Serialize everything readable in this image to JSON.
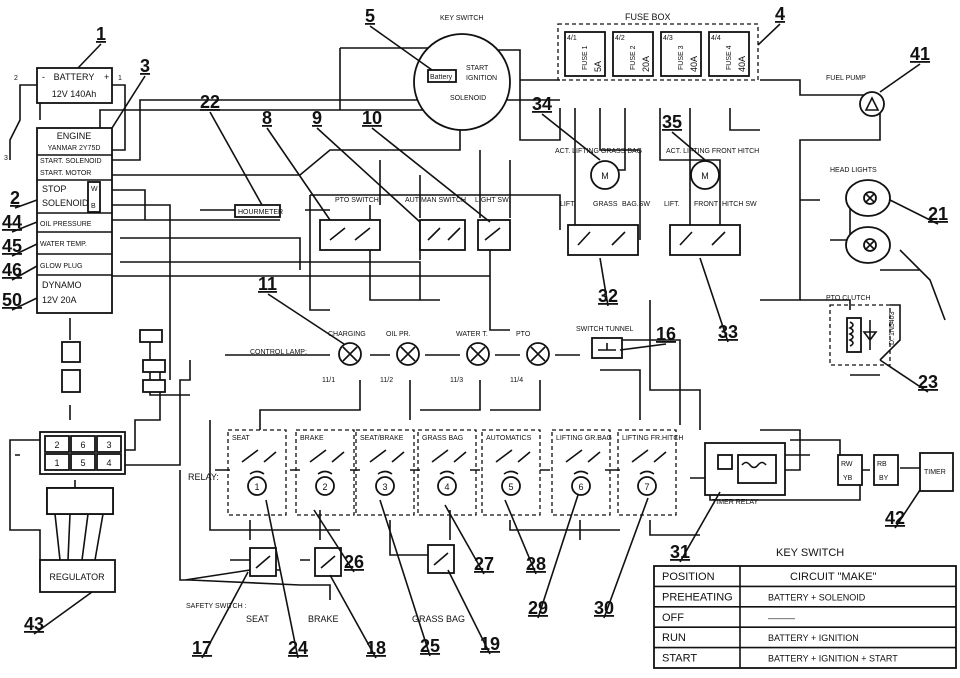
{
  "components": {
    "battery": {
      "title": "BATTERY",
      "rating": "12V 140Ah",
      "plus": "+",
      "minus": "-",
      "t1": "1",
      "t2": "2",
      "t3": "3"
    },
    "engine": {
      "title": "ENGINE",
      "model": "YANMAR 2Y75D",
      "start_solenoid": "START. SOLENOID",
      "start_motor": "START. MOTOR",
      "stop": "STOP",
      "solenoid": "SOLENOID",
      "oil_pressure": "OIL PRESSURE",
      "water_temp": "WATER TEMP.",
      "glow_plug": "GLOW PLUG",
      "dynamo": "DYNAMO",
      "dynamo_rating": "12V   20A",
      "w": "W",
      "b": "B"
    },
    "key_switch": {
      "title": "KEY SWITCH",
      "battery": "Battery",
      "start": "START",
      "ignition": "IGNITION",
      "solenoid": "SOLENOID"
    },
    "fuse_box": {
      "title": "FUSE BOX",
      "fuses": [
        {
          "id": "4/1",
          "name": "FUSE 1",
          "rating": "5A"
        },
        {
          "id": "4/2",
          "name": "FUSE 2",
          "rating": "20A"
        },
        {
          "id": "4/3",
          "name": "FUSE 3",
          "rating": "40A"
        },
        {
          "id": "4/4",
          "name": "FUSE 4",
          "rating": "40A"
        }
      ]
    },
    "fuel_pump": "FUEL PUMP",
    "head_lights": "HEAD LIGHTS",
    "pto_clutch": "PTO CLUTCH",
    "diode_23": "D: 1N5403",
    "hourmeter": "HOURMETER",
    "pto_switch": "PTO SWITCH",
    "aut_man_switch": "AUT-MAN SWITCH",
    "light_sw": "LIGHT SW.",
    "act_grass_bag": "ACT. LIFTING GRASS BAG",
    "act_front_hitch": "ACT. LIFTING FRONT HITCH",
    "motor_m": "M",
    "sw_32": [
      "LIFT.",
      "GRASS",
      "BAG.SW"
    ],
    "sw_33": [
      "LIFT.",
      "FRONT",
      "HITCH SW"
    ],
    "control_lamp": "CONTROL LAMP:",
    "lamps": [
      "CHARGING",
      "OIL PR.",
      "WATER T.",
      "PTO"
    ],
    "lamp_ids": [
      "11/1",
      "11/2",
      "11/3",
      "11/4"
    ],
    "switch_tunnel": "SWITCH TUNNEL",
    "relay_label": "RELAY:",
    "relays": [
      "SEAT",
      "BRAKE",
      "SEAT/BRAKE",
      "GRASS BAG",
      "AUTOMATICS",
      "LIFTING GR.BAG",
      "LIFTING FR.HITCH"
    ],
    "timer_relay": "TIMER RELAY",
    "timer": "TIMER",
    "regulator": "REGULATOR",
    "safety_switch": "SAFETY SWITCH :",
    "safety": [
      "SEAT",
      "BRAKE",
      "GRASS BAG"
    ],
    "connector_main": [
      "2",
      "6",
      "3",
      "1",
      "5",
      "4"
    ],
    "connector_42": [
      "R",
      "W",
      "B",
      "Y"
    ]
  },
  "callouts": [
    "1",
    "3",
    "5",
    "4",
    "41",
    "22",
    "8",
    "9",
    "10",
    "34",
    "35",
    "2",
    "44",
    "45",
    "46",
    "50",
    "21",
    "11",
    "32",
    "33",
    "16",
    "23",
    "31",
    "42",
    "17",
    "24",
    "26",
    "25",
    "18",
    "27",
    "28",
    "19",
    "29",
    "30",
    "43"
  ],
  "key_switch_table": {
    "title": "KEY SWITCH",
    "headers": [
      "POSITION",
      "CIRCUIT \"MAKE\""
    ],
    "rows": [
      [
        "PREHEATING",
        "BATTERY + SOLENOID"
      ],
      [
        "OFF",
        "———"
      ],
      [
        "RUN",
        "BATTERY + IGNITION"
      ],
      [
        "START",
        "BATTERY + IGNITION + START"
      ]
    ]
  }
}
